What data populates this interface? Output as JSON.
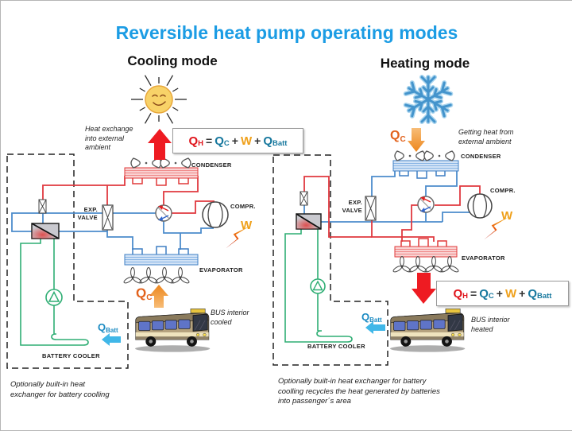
{
  "title": "Reversible heat pump operating modes",
  "cooling": {
    "heading": "Cooling mode",
    "ambient": [
      "Heat exchange",
      "into external",
      "ambient"
    ],
    "bus": [
      "BUS interior",
      "cooled"
    ],
    "caption": [
      "Optionally built-in heat",
      "exchanger for battery coolling"
    ]
  },
  "heating": {
    "heading": "Heating mode",
    "ambient": [
      "Getting heat from",
      "external ambient"
    ],
    "bus": [
      "BUS interior",
      "heated"
    ],
    "caption": [
      "Optionally built-in heat exchanger for battery",
      "coolling recycles the heat generated by batteries",
      "into passenger´s area"
    ]
  },
  "equation": {
    "q": "Q",
    "h_sub": "H",
    "equals": "=",
    "c_sub": "C",
    "plus": "+",
    "w": "W",
    "batt_sub": "Batt"
  },
  "components": {
    "condenser": "CONDENSER",
    "evaporator": "EVAPORATOR",
    "compressor": "COMPR.",
    "exp_valve": [
      "EXP.",
      "VALVE"
    ],
    "battery_cooler": "BATTERY COOLER"
  },
  "energy": {
    "qc": {
      "base": "Q",
      "sub": "C"
    },
    "qbatt": {
      "base": "Q",
      "sub": "Batt"
    },
    "w": "W"
  },
  "colors": {
    "title_blue": "#1b9ce4",
    "hot_red": "#e0393f",
    "cold_blue": "#4c8ccc",
    "coolant_green": "#2fae74",
    "work_orange": "#efa01a",
    "heat_teal": "#17789e",
    "qbatt_blue": "#1a8ac2",
    "arrow_red": "#ee1b22",
    "arrow_lightblue": "#40b7e8"
  }
}
